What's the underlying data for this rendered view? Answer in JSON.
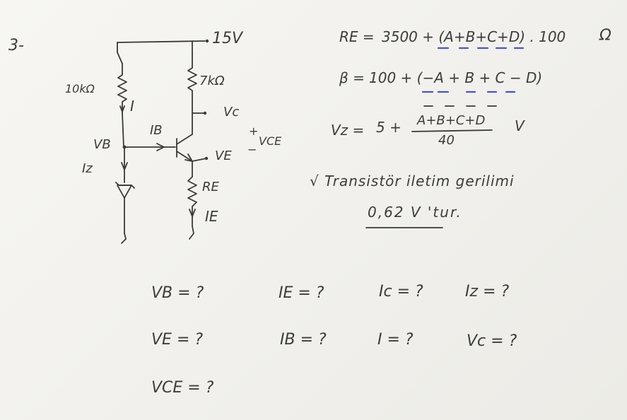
{
  "problem_number": "3-",
  "circuit": {
    "supply": "15V",
    "r_left": "10kΩ",
    "r_collector": "7kΩ",
    "label_current_i": "I",
    "label_ib": "IB",
    "label_vc": "Vc",
    "label_vce_plus": "+",
    "label_vce": "VCE",
    "label_vce_minus": "−",
    "label_ve": "VE",
    "label_re": "RE",
    "label_ie": "IE",
    "label_vb": "VB",
    "label_iz": "Iz"
  },
  "equations": {
    "re": {
      "lhs": "RE =",
      "rhs": "3500 + (A+B+C+D) . 100",
      "unit": "Ω"
    },
    "beta": {
      "lhs": "β =",
      "rhs": "100 + (−A + B + C − D)"
    },
    "vz": {
      "lhs": "Vz =",
      "term": "5 +",
      "numerator": "A+B+C+D",
      "denominator": "40",
      "unit": "V"
    }
  },
  "note": {
    "line1": "√ Transistör iletim gerilimi",
    "line2": "0,62 V 'tur."
  },
  "questions": [
    "VB = ?",
    "IE = ?",
    "Ic = ?",
    "Iz = ?",
    "VE = ?",
    "IB = ?",
    "I = ?",
    "Vc = ?",
    "VCE = ?"
  ],
  "colors": {
    "ink": "#3a3a3a",
    "underline_blue": "#4a57b8",
    "paper": "#f4f3ef"
  }
}
